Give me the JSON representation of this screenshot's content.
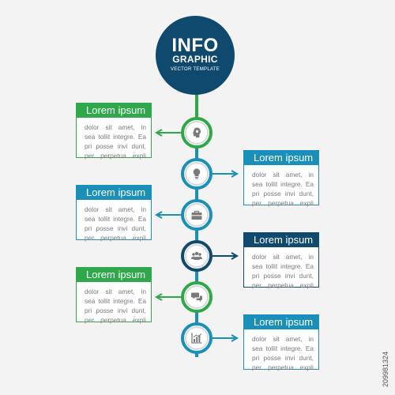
{
  "header": {
    "line1": "INFO",
    "line2": "GRAPHIC",
    "line3": "VECTOR TEMPLATE"
  },
  "colors": {
    "green": "#2ea84a",
    "blue": "#1a8fb9",
    "navy": "#0f4a6e",
    "spine": "#1a8fb9"
  },
  "steps": [
    {
      "title": "Lorem ipsum",
      "lines": [
        "dolor sit amet, in",
        "sea tollit integre. Ea",
        "pri posse invi dunt,",
        "per perpetua expli"
      ],
      "color_key": "green",
      "side": "left",
      "icon": "brain-head-icon"
    },
    {
      "title": "Lorem ipsum",
      "lines": [
        "dolor sit amet, in",
        "sea tollit integre. Ea",
        "pri posse invi dunt,",
        "per perpetua expli"
      ],
      "color_key": "blue",
      "side": "right",
      "icon": "lightbulb-icon"
    },
    {
      "title": "Lorem ipsum",
      "lines": [
        "dolor sit amet, in",
        "sea tollit integre. Ea",
        "pri posse invi dunt,",
        "per perpetua expli"
      ],
      "color_key": "blue",
      "side": "left",
      "icon": "briefcase-icon"
    },
    {
      "title": "Lorem ipsum",
      "lines": [
        "dolor sit amet, in",
        "sea tollit integre. Ea",
        "pri posse invi dunt,",
        "per perpetua expli"
      ],
      "color_key": "navy",
      "side": "right",
      "icon": "team-icon"
    },
    {
      "title": "Lorem ipsum",
      "lines": [
        "dolor sit amet, in",
        "sea tollit integre. Ea",
        "pri posse invi dunt,",
        "per perpetua expli"
      ],
      "color_key": "green",
      "side": "left",
      "icon": "chat-icon"
    },
    {
      "title": "Lorem ipsum",
      "lines": [
        "dolor sit amet, in",
        "sea tollit integre. Ea",
        "pri posse invi dunt,",
        "per perpetua expli"
      ],
      "color_key": "blue",
      "side": "right",
      "icon": "chart-icon"
    }
  ],
  "watermark": "209981324"
}
